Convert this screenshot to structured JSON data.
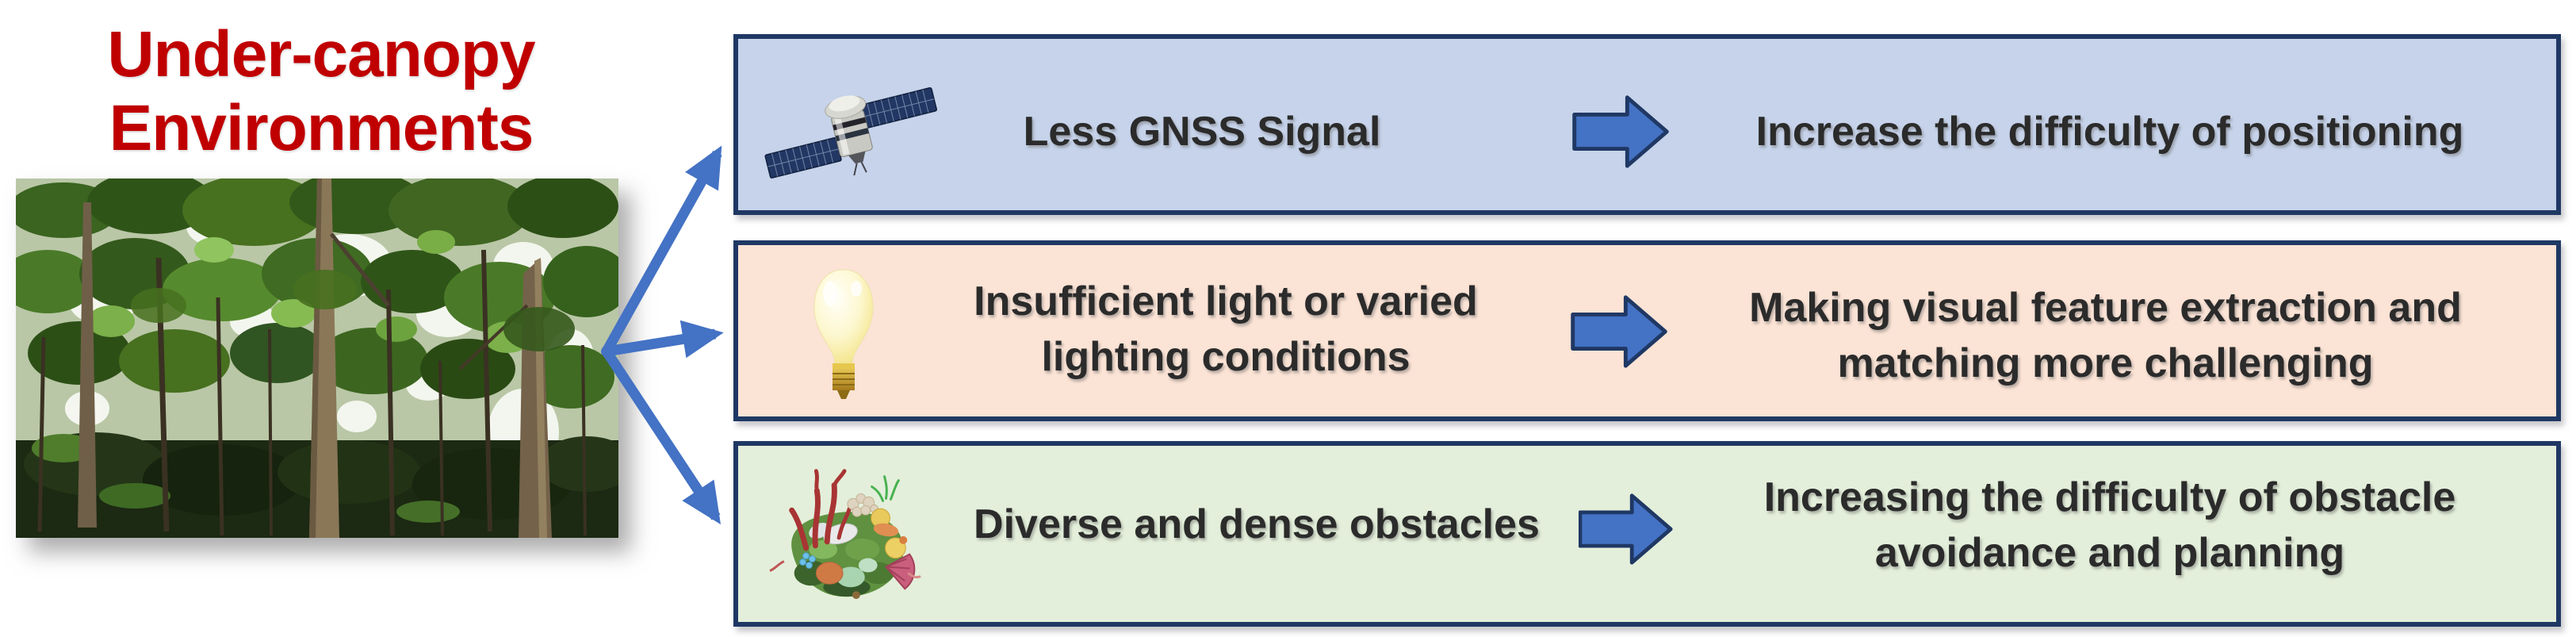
{
  "title": {
    "lines": [
      "Under-canopy",
      "Environments"
    ],
    "color": "#c00000"
  },
  "rows": [
    {
      "name": "gnss",
      "icon": "satellite-icon",
      "cause": [
        "Less GNSS Signal"
      ],
      "effect": [
        "Increase the difficulty of positioning"
      ],
      "box_color": "#c6d3ea"
    },
    {
      "name": "lighting",
      "icon": "light-bulb-icon",
      "cause": [
        "Insufficient light or varied",
        "lighting conditions"
      ],
      "effect": [
        "Making visual feature extraction and",
        "matching more challenging"
      ],
      "box_color": "#fbe3d5"
    },
    {
      "name": "obstacles",
      "icon": "obstacles-icon",
      "cause": [
        "Diverse and dense obstacles"
      ],
      "effect": [
        "Increasing the difficulty of obstacle",
        "avoidance and planning"
      ],
      "box_color": "#e3efda"
    }
  ],
  "colors": {
    "title_red": "#c00000",
    "text": "#2b2b2b",
    "box_border": "#1f3864",
    "arrow_fill": "#4472c4",
    "arrow_outline": "#1f3864",
    "box_gnss": "#c6d3ea",
    "box_lighting": "#fbe3d5",
    "box_obstacles": "#e3efda"
  }
}
